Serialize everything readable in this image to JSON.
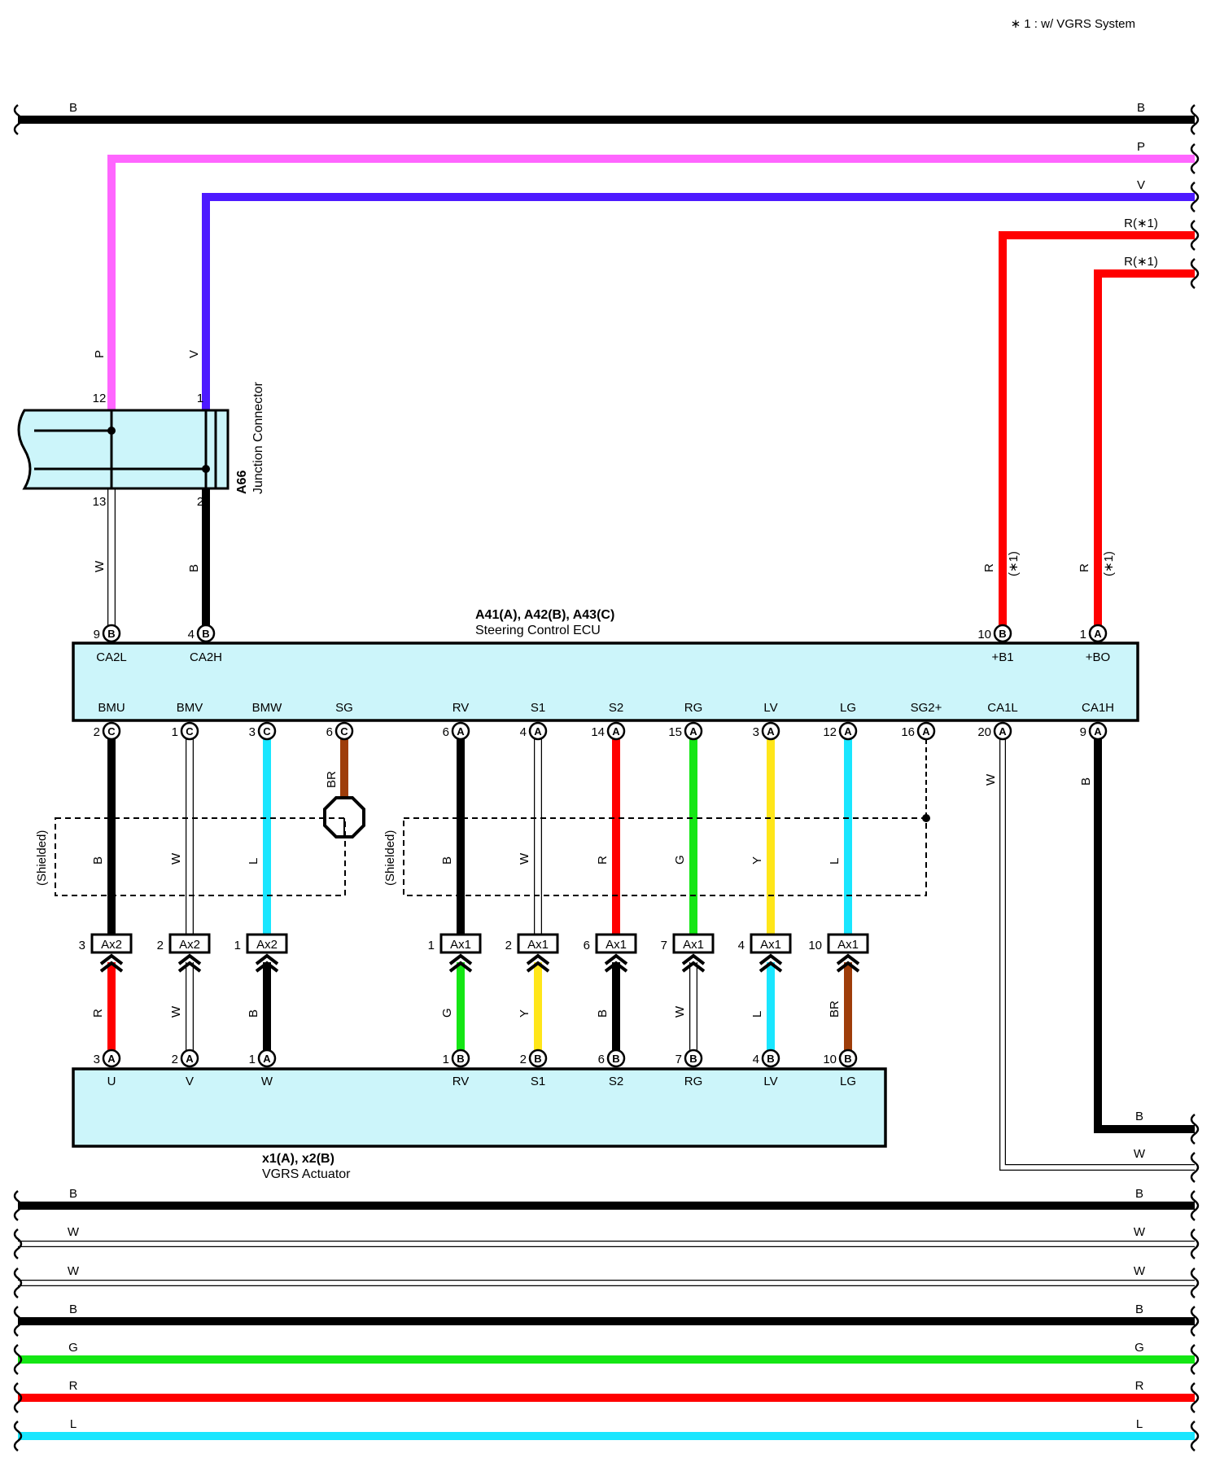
{
  "note": "∗ 1 : w/ VGRS System",
  "colors": {
    "B": "#000000",
    "P": "#ff66ff",
    "V": "#4d1aff",
    "R": "#ff0000",
    "W": "#ffffff",
    "L": "#19e6ff",
    "G": "#14e614",
    "Y": "#ffe619",
    "BR": "#9e3d0a",
    "box": "#ccf5fa"
  },
  "junction": {
    "code": "A66",
    "name": "Junction Connector",
    "pins": [
      "12",
      "13",
      "1",
      "2"
    ],
    "top_wires": [
      "P",
      "V"
    ],
    "bottom_wires": [
      "W",
      "B"
    ]
  },
  "ecu": {
    "title": "A41(A), A42(B), A43(C)",
    "name": "Steering Control ECU",
    "top_terminals": [
      {
        "pin": "9",
        "conn": "B",
        "name": "CA2L",
        "wire": "W"
      },
      {
        "pin": "4",
        "conn": "B",
        "name": "CA2H",
        "wire": "B"
      },
      {
        "pin": "10",
        "conn": "B",
        "name": "+B1",
        "wire": "R",
        "note": "(∗1)"
      },
      {
        "pin": "1",
        "conn": "A",
        "name": "+BO",
        "wire": "R",
        "note": "(∗1)"
      }
    ],
    "bottom_terminals": [
      {
        "pin": "2",
        "conn": "C",
        "name": "BMU",
        "wire": "B"
      },
      {
        "pin": "1",
        "conn": "C",
        "name": "BMV",
        "wire": "W"
      },
      {
        "pin": "3",
        "conn": "C",
        "name": "BMW",
        "wire": "L"
      },
      {
        "pin": "6",
        "conn": "C",
        "name": "SG",
        "wire": "BR"
      },
      {
        "pin": "6",
        "conn": "A",
        "name": "RV",
        "wire": "B"
      },
      {
        "pin": "4",
        "conn": "A",
        "name": "S1",
        "wire": "W"
      },
      {
        "pin": "14",
        "conn": "A",
        "name": "S2",
        "wire": "R"
      },
      {
        "pin": "15",
        "conn": "A",
        "name": "RG",
        "wire": "G"
      },
      {
        "pin": "3",
        "conn": "A",
        "name": "LV",
        "wire": "Y"
      },
      {
        "pin": "12",
        "conn": "A",
        "name": "LG",
        "wire": "L"
      },
      {
        "pin": "16",
        "conn": "A",
        "name": "SG2+",
        "wire": ""
      },
      {
        "pin": "20",
        "conn": "A",
        "name": "CA1L",
        "wire": "W"
      },
      {
        "pin": "9",
        "conn": "A",
        "name": "CA1H",
        "wire": "B"
      }
    ]
  },
  "connectors": [
    {
      "pin": "3",
      "code": "Ax2",
      "lower": "R"
    },
    {
      "pin": "2",
      "code": "Ax2",
      "lower": "W"
    },
    {
      "pin": "1",
      "code": "Ax2",
      "lower": "B"
    },
    {
      "pin": "1",
      "code": "Ax1",
      "lower": "G"
    },
    {
      "pin": "2",
      "code": "Ax1",
      "lower": "Y"
    },
    {
      "pin": "6",
      "code": "Ax1",
      "lower": "B"
    },
    {
      "pin": "7",
      "code": "Ax1",
      "lower": "W"
    },
    {
      "pin": "4",
      "code": "Ax1",
      "lower": "L"
    },
    {
      "pin": "10",
      "code": "Ax1",
      "lower": "BR"
    }
  ],
  "actuator": {
    "title": "x1(A), x2(B)",
    "name": "VGRS Actuator",
    "terminals": [
      {
        "pin": "3",
        "conn": "A",
        "name": "U"
      },
      {
        "pin": "2",
        "conn": "A",
        "name": "V"
      },
      {
        "pin": "1",
        "conn": "A",
        "name": "W"
      },
      {
        "pin": "1",
        "conn": "B",
        "name": "RV"
      },
      {
        "pin": "2",
        "conn": "B",
        "name": "S1"
      },
      {
        "pin": "6",
        "conn": "B",
        "name": "S2"
      },
      {
        "pin": "7",
        "conn": "B",
        "name": "RG"
      },
      {
        "pin": "4",
        "conn": "B",
        "name": "LV"
      },
      {
        "pin": "10",
        "conn": "B",
        "name": "LG"
      }
    ]
  },
  "shielded_label": "(Shielded)",
  "top_bus": [
    {
      "left": "B",
      "right": "B",
      "color": "B"
    },
    {
      "left": "",
      "right": "P",
      "color": "P"
    },
    {
      "left": "",
      "right": "V",
      "color": "V"
    },
    {
      "left": "",
      "right": "R(∗1)",
      "color": "R"
    },
    {
      "left": "",
      "right": "R(∗1)",
      "color": "R"
    }
  ],
  "right_exit": [
    {
      "label": "B",
      "color": "B"
    },
    {
      "label": "W",
      "color": "W"
    }
  ],
  "bottom_bus": [
    {
      "left": "B",
      "right": "B",
      "color": "B"
    },
    {
      "left": "W",
      "right": "W",
      "color": "W"
    },
    {
      "left": "W",
      "right": "W",
      "color": "W"
    },
    {
      "left": "B",
      "right": "B",
      "color": "B"
    },
    {
      "left": "G",
      "right": "G",
      "color": "G"
    },
    {
      "left": "R",
      "right": "R",
      "color": "R"
    },
    {
      "left": "L",
      "right": "L",
      "color": "L"
    }
  ]
}
